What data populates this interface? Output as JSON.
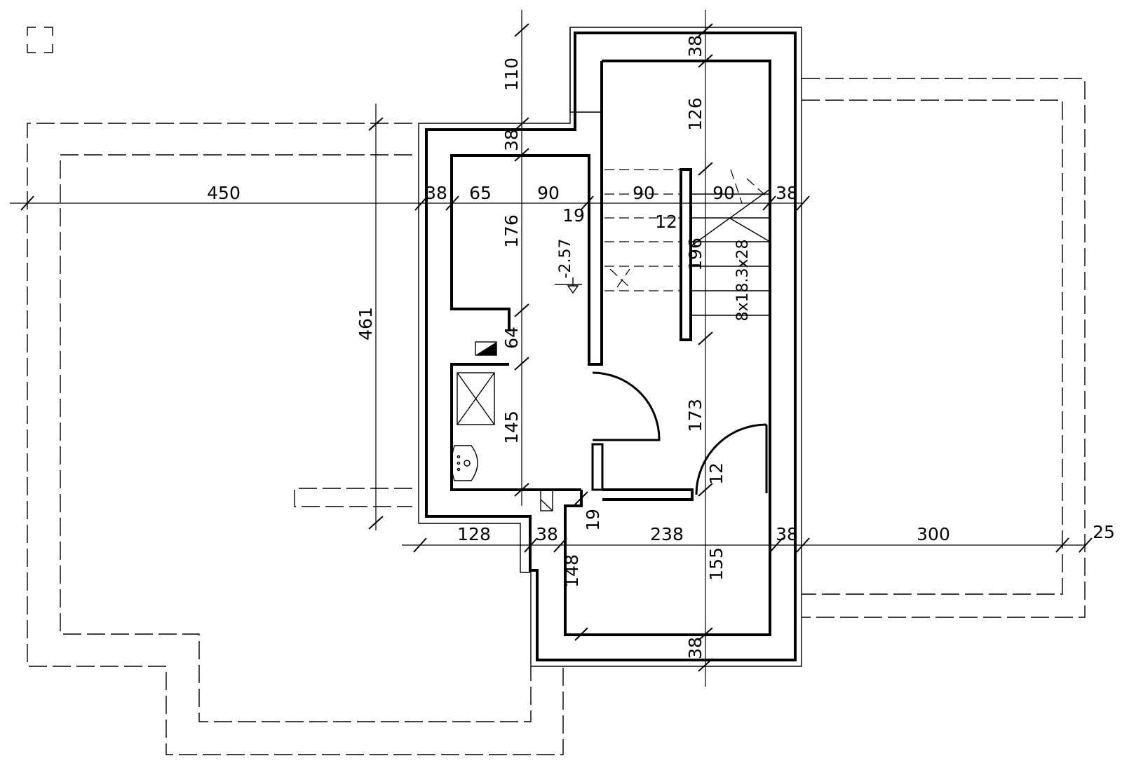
{
  "drawing": {
    "dimensions": {
      "d450": "450",
      "d38_left": "38",
      "d65": "65",
      "d90_a": "90",
      "d90_b": "90",
      "d90_c": "90",
      "d38_right": "38",
      "d19_top": "19",
      "d12_top": "12",
      "d461": "461",
      "d110": "110",
      "d38_vtop": "38",
      "d38_top2": "38",
      "d126": "126",
      "d176": "176",
      "d196": "196",
      "d64": "64",
      "d145": "145",
      "d173": "173",
      "d12_mid": "12",
      "d128": "128",
      "d38_bl": "38",
      "d19_bottom": "19",
      "d238": "238",
      "d38_br": "38",
      "d300": "300",
      "d25": "25",
      "d148": "148",
      "d155": "155",
      "d38_bottom": "38"
    },
    "stair_label": "8x18.3x28",
    "level_mark": "-2.57"
  },
  "icons": {
    "corner_marker": "crop-corner-icon",
    "shower": "shower-tray-icon",
    "washbasin": "washbasin-icon",
    "chimney": "chimney-icon",
    "level": "level-marker-icon"
  }
}
